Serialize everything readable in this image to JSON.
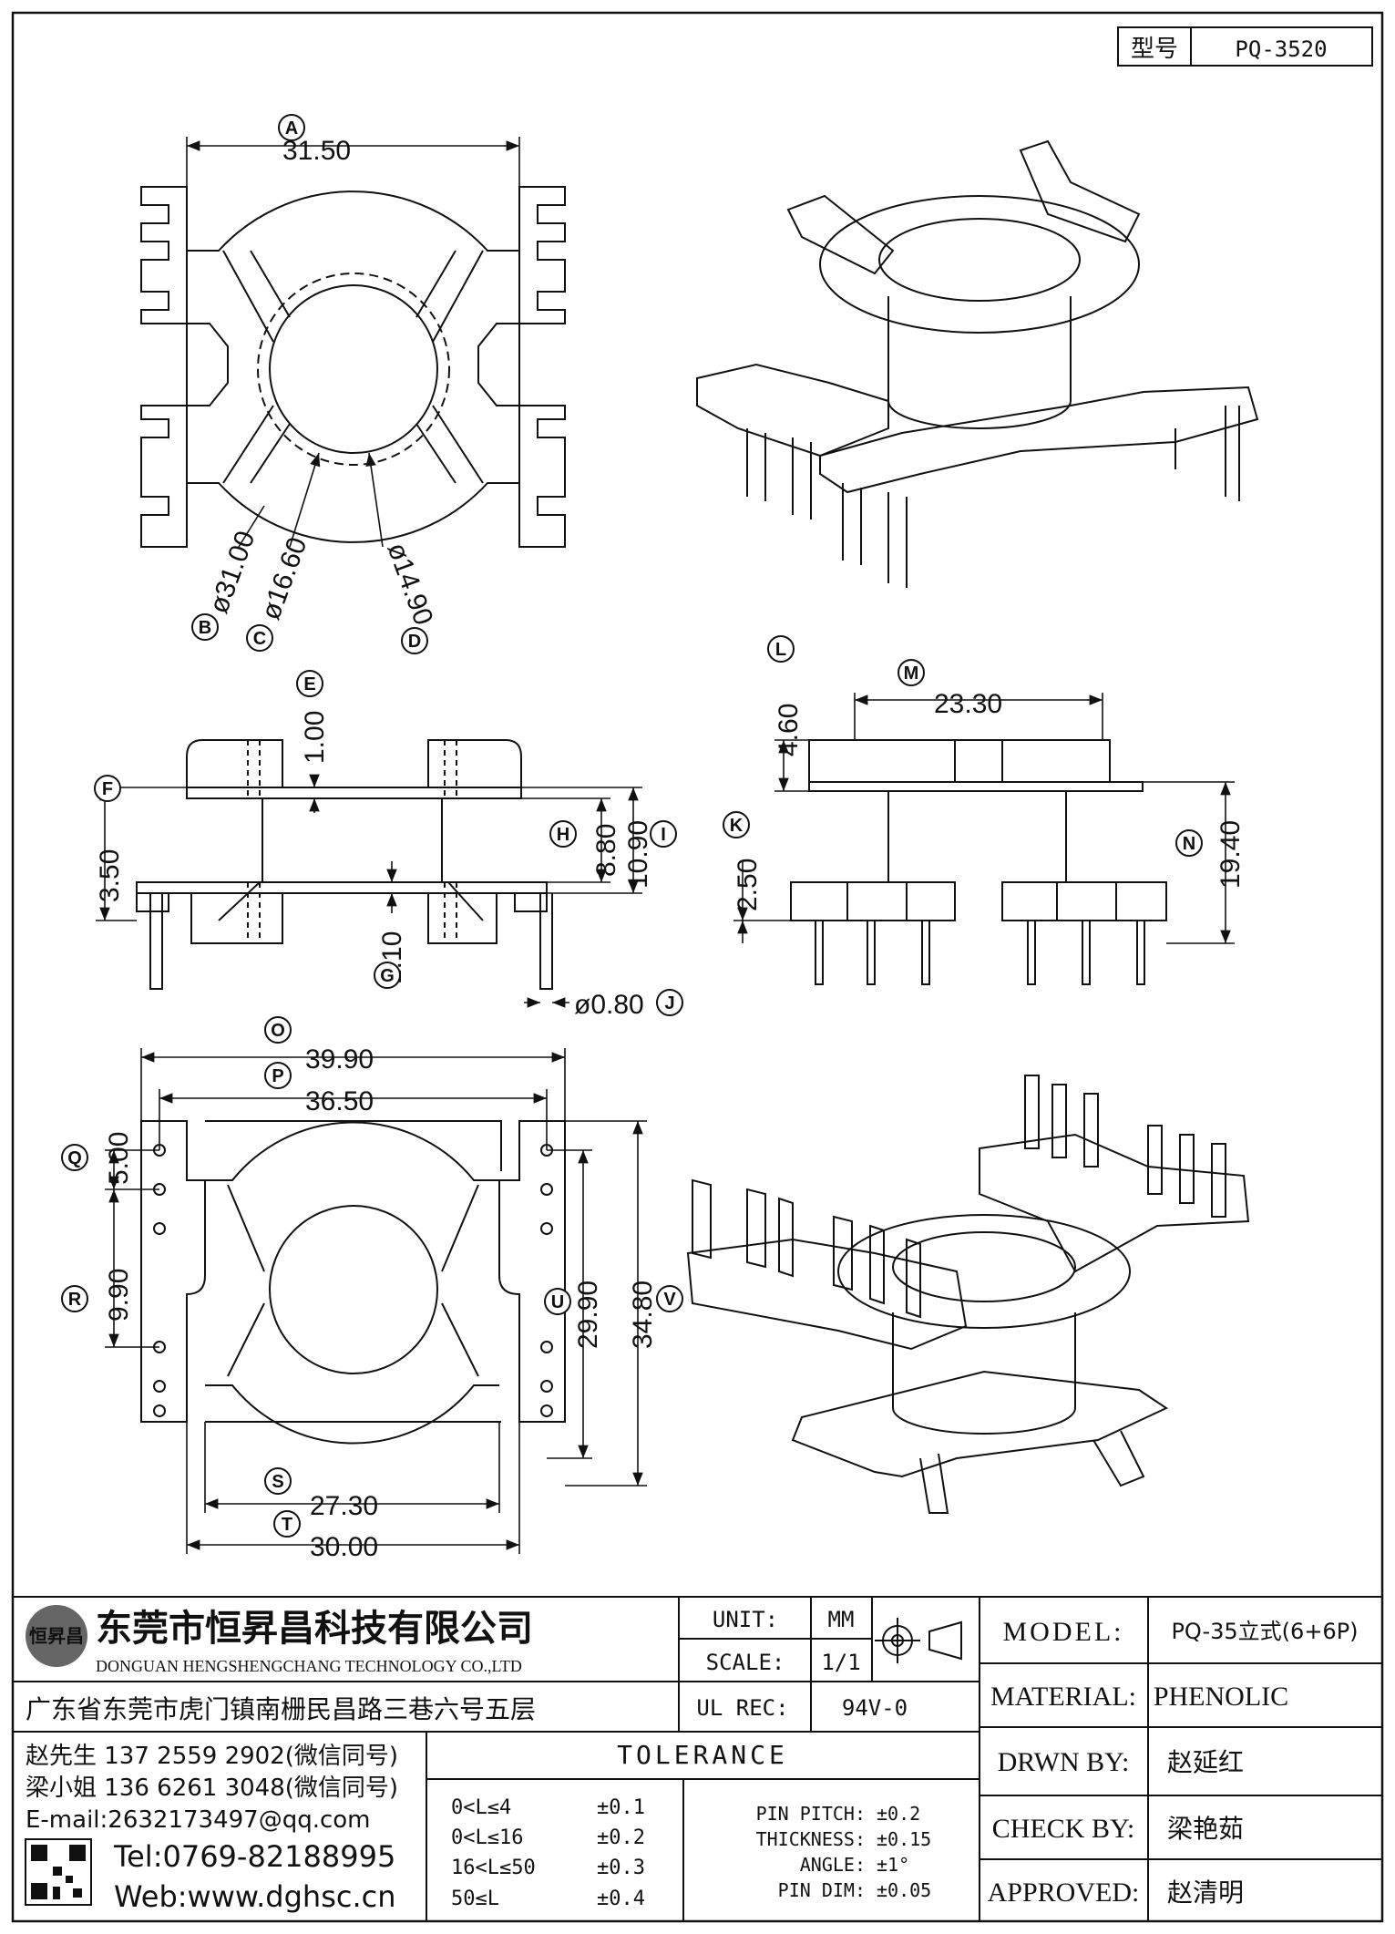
{
  "part_box": {
    "label": "型号",
    "value": "PQ-3520"
  },
  "dims": {
    "A": "31.50",
    "B": "ø31.00",
    "C": "ø16.60",
    "D": "ø14.90",
    "E": "1.00",
    "F": "3.50",
    "G": "1.10",
    "H": "8.80",
    "I": "10.90",
    "J": "ø0.80",
    "K": "2.50",
    "L": "4.60",
    "M": "23.30",
    "N": "19.40",
    "O": "39.90",
    "P": "36.50",
    "Q": "5.00",
    "R": "9.90",
    "S": "27.30",
    "T": "30.00",
    "U": "29.90",
    "V": "34.80"
  },
  "title_block": {
    "company_cn": "东莞市恒昇昌科技有限公司",
    "company_en": "DONGUAN HENGSHENGCHANG TECHNOLOGY CO.,LTD",
    "address": "广东省东莞市虎门镇南栅民昌路三巷六号五层",
    "logo_text": "恒昇昌",
    "unit_label": "UNIT:",
    "unit_value": "MM",
    "scale_label": "SCALE:",
    "scale_value": "1/1",
    "ulrec_label": "UL REC:",
    "ulrec_value": "94V-0",
    "contact1": "赵先生 137 2559 2902(微信同号)",
    "contact2": "梁小姐 136 6261 3048(微信同号)",
    "email": "E-mail:2632173497@qq.com",
    "tel": "Tel:0769-82188995",
    "web": "Web:www.dghsc.cn",
    "tolerance_title": "TOLERANCE",
    "tol_ranges": [
      {
        "range": "0<L≤4",
        "tol": "±0.1"
      },
      {
        "range": "0<L≤16",
        "tol": "±0.2"
      },
      {
        "range": "16<L≤50",
        "tol": "±0.3"
      },
      {
        "range": "50≤L",
        "tol": "±0.4"
      }
    ],
    "tol_specs": [
      {
        "name": "PIN PITCH:",
        "tol": "±0.2"
      },
      {
        "name": "THICKNESS:",
        "tol": "±0.15"
      },
      {
        "name": "ANGLE:",
        "tol": "±1°"
      },
      {
        "name": "PIN DIM:",
        "tol": "±0.05"
      }
    ],
    "model_label": "MODEL:",
    "model_value": "PQ-35立式(6+6P)",
    "material_label": "MATERIAL:",
    "material_value": "PHENOLIC",
    "drawn_label": "DRWN BY:",
    "drawn_value": "赵延红",
    "check_label": "CHECK BY:",
    "check_value": "梁艳茹",
    "approved_label": "APPROVED:",
    "approved_value": "赵清明"
  }
}
